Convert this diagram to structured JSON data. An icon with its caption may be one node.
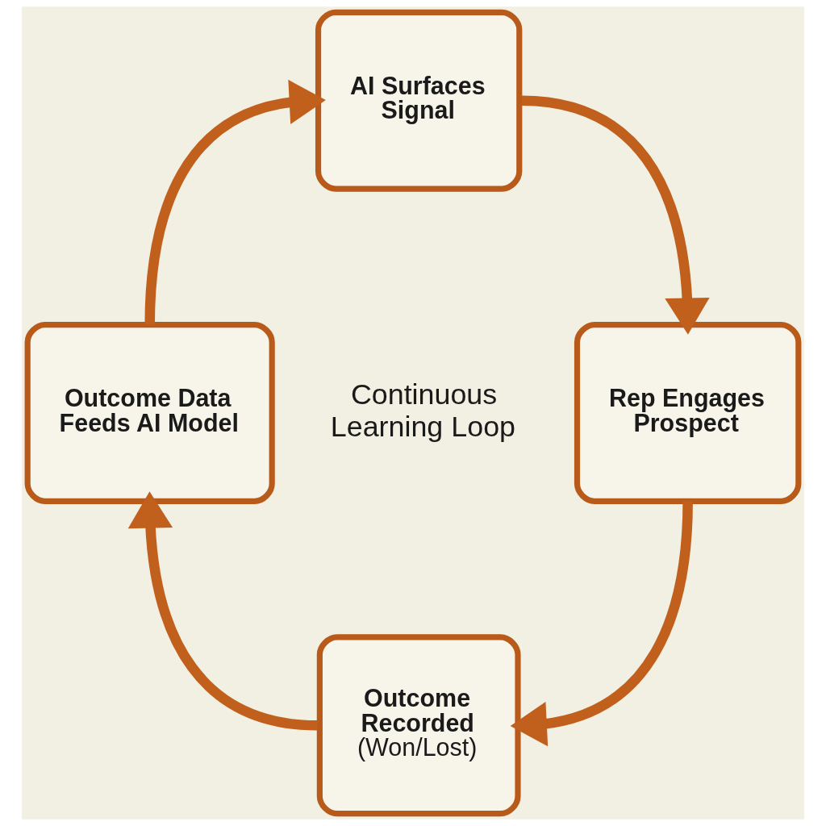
{
  "diagram": {
    "nodes": [
      {
        "text": [
          "AI Surfaces Signal"
        ]
      },
      {
        "text": [
          "Rep Engages Prospect"
        ]
      },
      {
        "text": [
          "Outcome Recorded",
          "(Won/Lost)"
        ]
      },
      {
        "text": [
          "Outcome Data Feeds AI Model"
        ]
      }
    ],
    "edges": [
      {
        "from": 0,
        "to": 1,
        "arrow": "to"
      },
      {
        "from": 1,
        "to": 2,
        "arrow": "to"
      },
      {
        "from": 2,
        "to": 3,
        "arrow": "to"
      },
      {
        "from": 3,
        "to": 0,
        "arrow": "to"
      }
    ],
    "labels": [
      "Continuous Learning Loop"
    ]
  }
}
